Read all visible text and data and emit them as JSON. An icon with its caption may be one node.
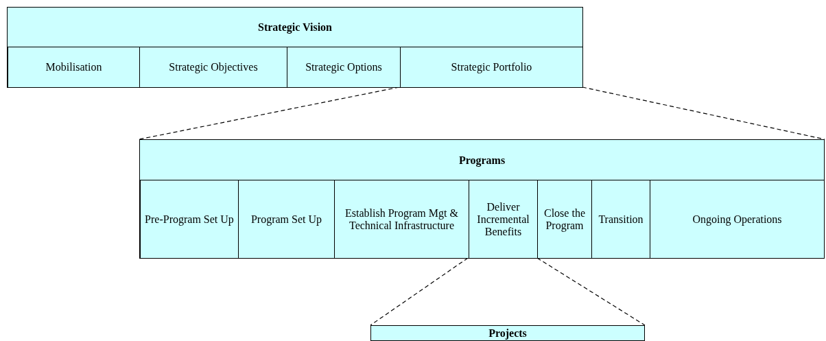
{
  "diagram": {
    "nodes": [
      {
        "text": [
          "Strategic Vision"
        ]
      },
      {
        "text": [
          "Mobilisation"
        ],
        "in": 0
      },
      {
        "text": [
          "Strategic Objectives"
        ],
        "in": 0
      },
      {
        "text": [
          "Strategic Options"
        ],
        "in": 0
      },
      {
        "text": [
          "Strategic Portfolio"
        ],
        "in": 0
      },
      {
        "text": [
          "Programs"
        ]
      },
      {
        "text": [
          "Pre-Program Set Up"
        ],
        "in": 5
      },
      {
        "text": [
          "Program Set Up"
        ],
        "in": 5
      },
      {
        "text": [
          "Establish Program Mgt & Technical Infrastructure"
        ],
        "in": 5
      },
      {
        "text": [
          "Deliver Incremental Benefits"
        ],
        "in": 5
      },
      {
        "text": [
          "Close the Program"
        ],
        "in": 5
      },
      {
        "text": [
          "Transition"
        ],
        "in": 5
      },
      {
        "text": [
          "Ongoing Operations"
        ],
        "in": 5
      },
      {
        "text": [
          "Projects"
        ]
      }
    ],
    "edges": [
      {
        "from": 4,
        "to": 5,
        "arrow": "none",
        "style": "dashed"
      },
      {
        "from": 4,
        "to": 5,
        "arrow": "none",
        "style": "dashed"
      },
      {
        "from": 9,
        "to": 13,
        "arrow": "none",
        "style": "dashed"
      },
      {
        "from": 9,
        "to": 13,
        "arrow": "none",
        "style": "dashed"
      }
    ]
  }
}
